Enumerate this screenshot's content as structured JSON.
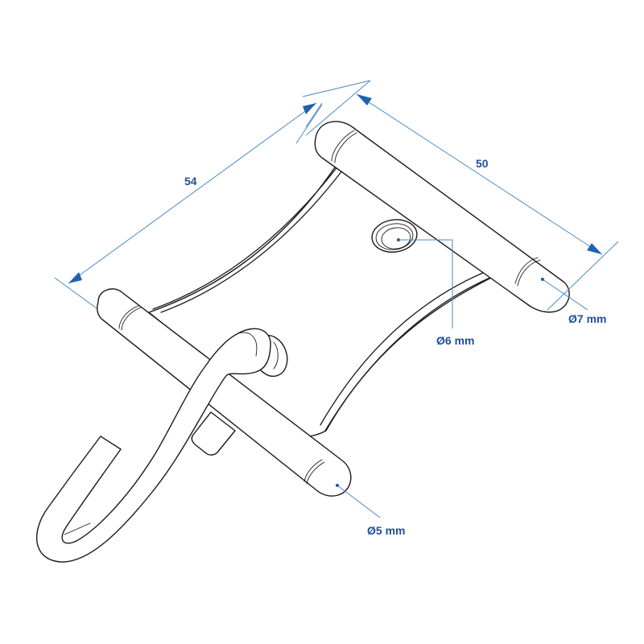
{
  "diagram": {
    "subject": "S-hook with T-bar mounting plate",
    "colors": {
      "outline": "#1a1a1a",
      "dimension_line": "#4a8cc4",
      "dimension_text": "#1f4f99",
      "background": "#ffffff"
    },
    "dimensions": {
      "plate_length": {
        "value": "54",
        "unit": ""
      },
      "bar_length": {
        "value": "50",
        "unit": ""
      },
      "bar_diameter": {
        "label": "Ø7 mm"
      },
      "hole_diameter": {
        "label": "Ø6 mm"
      },
      "rod_diameter": {
        "label": "Ø5 mm"
      }
    }
  }
}
